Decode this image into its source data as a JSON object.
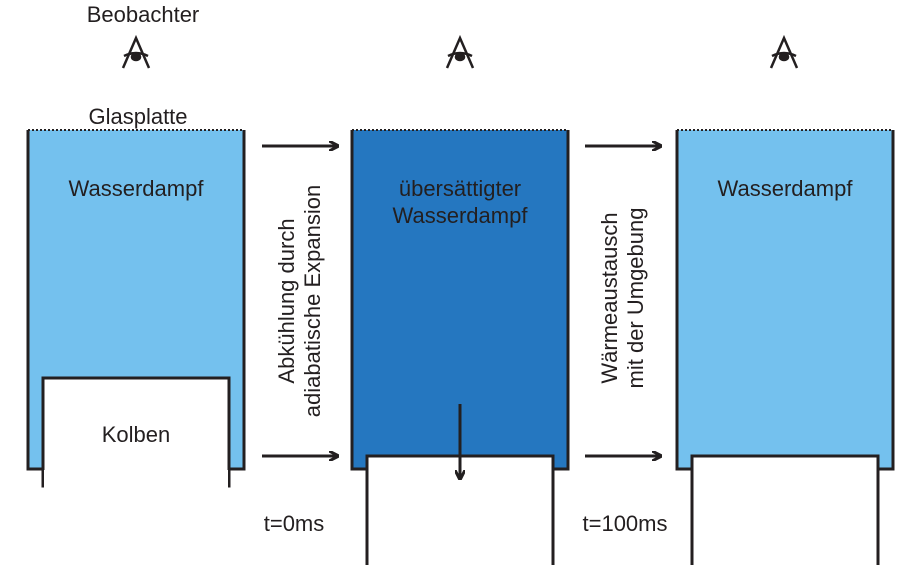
{
  "observer_label": "Beobachter",
  "glass_plate_label": "Glasplatte",
  "piston_label": "Kolben",
  "chambers": [
    {
      "content_lines": [
        "Wasserdampf"
      ],
      "fill": "#74c1ee"
    },
    {
      "content_lines": [
        "übersättigter",
        "Wasserdampf"
      ],
      "fill": "#2577c0"
    },
    {
      "content_lines": [
        "Wasserdampf"
      ],
      "fill": "#74c1ee"
    }
  ],
  "transitions": [
    {
      "lines": [
        "Abkühlung durch",
        "adiabatische Expansion"
      ],
      "time_label": "t=0ms"
    },
    {
      "lines": [
        "Wärmeaustausch",
        "mit der Umgebung"
      ],
      "time_label": "t=100ms"
    }
  ],
  "colors": {
    "outline": "#231f20",
    "light_vapor": "#74c1ee",
    "supersaturated_vapor": "#2577c0"
  },
  "icons": [
    "observer-eye-icon",
    "right-arrow-icon",
    "down-arrow-icon"
  ]
}
